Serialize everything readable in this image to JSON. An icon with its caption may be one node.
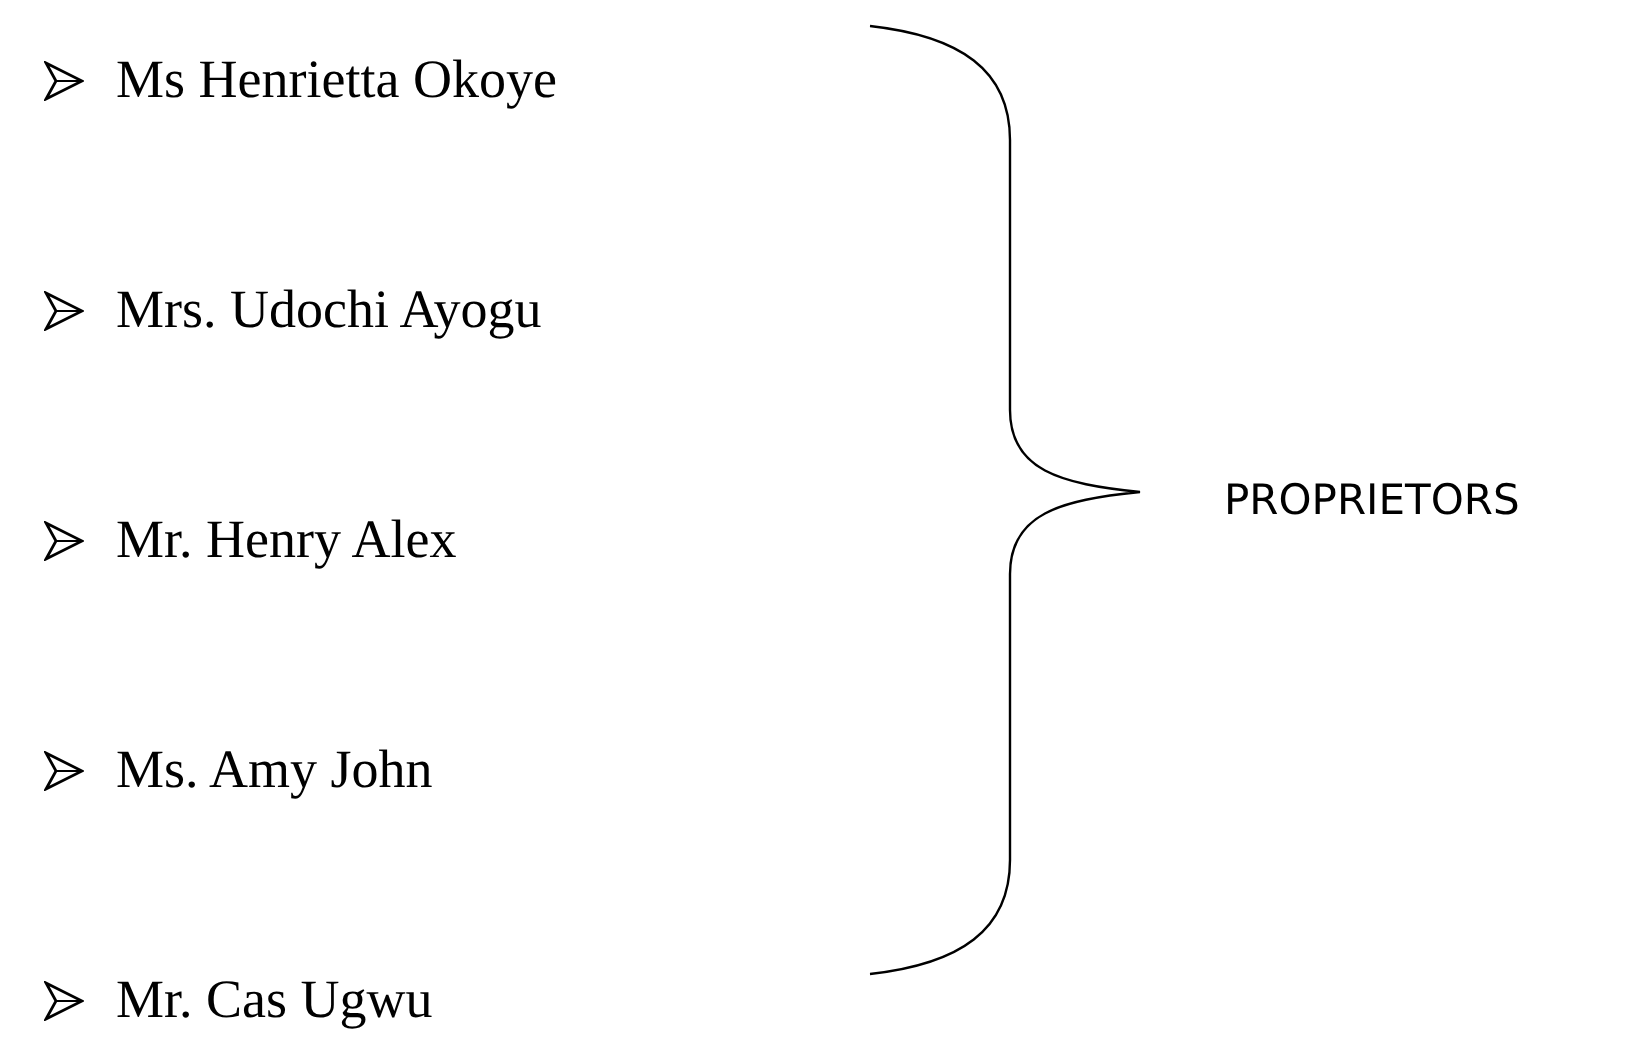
{
  "diagram": {
    "labels": [
      "Ms Henrietta Okoye",
      "Mrs. Udochi Ayogu",
      "Mr. Henry Alex",
      "Ms. Amy John",
      "Mr. Cas Ugwu",
      "PROPRIETORS"
    ]
  }
}
